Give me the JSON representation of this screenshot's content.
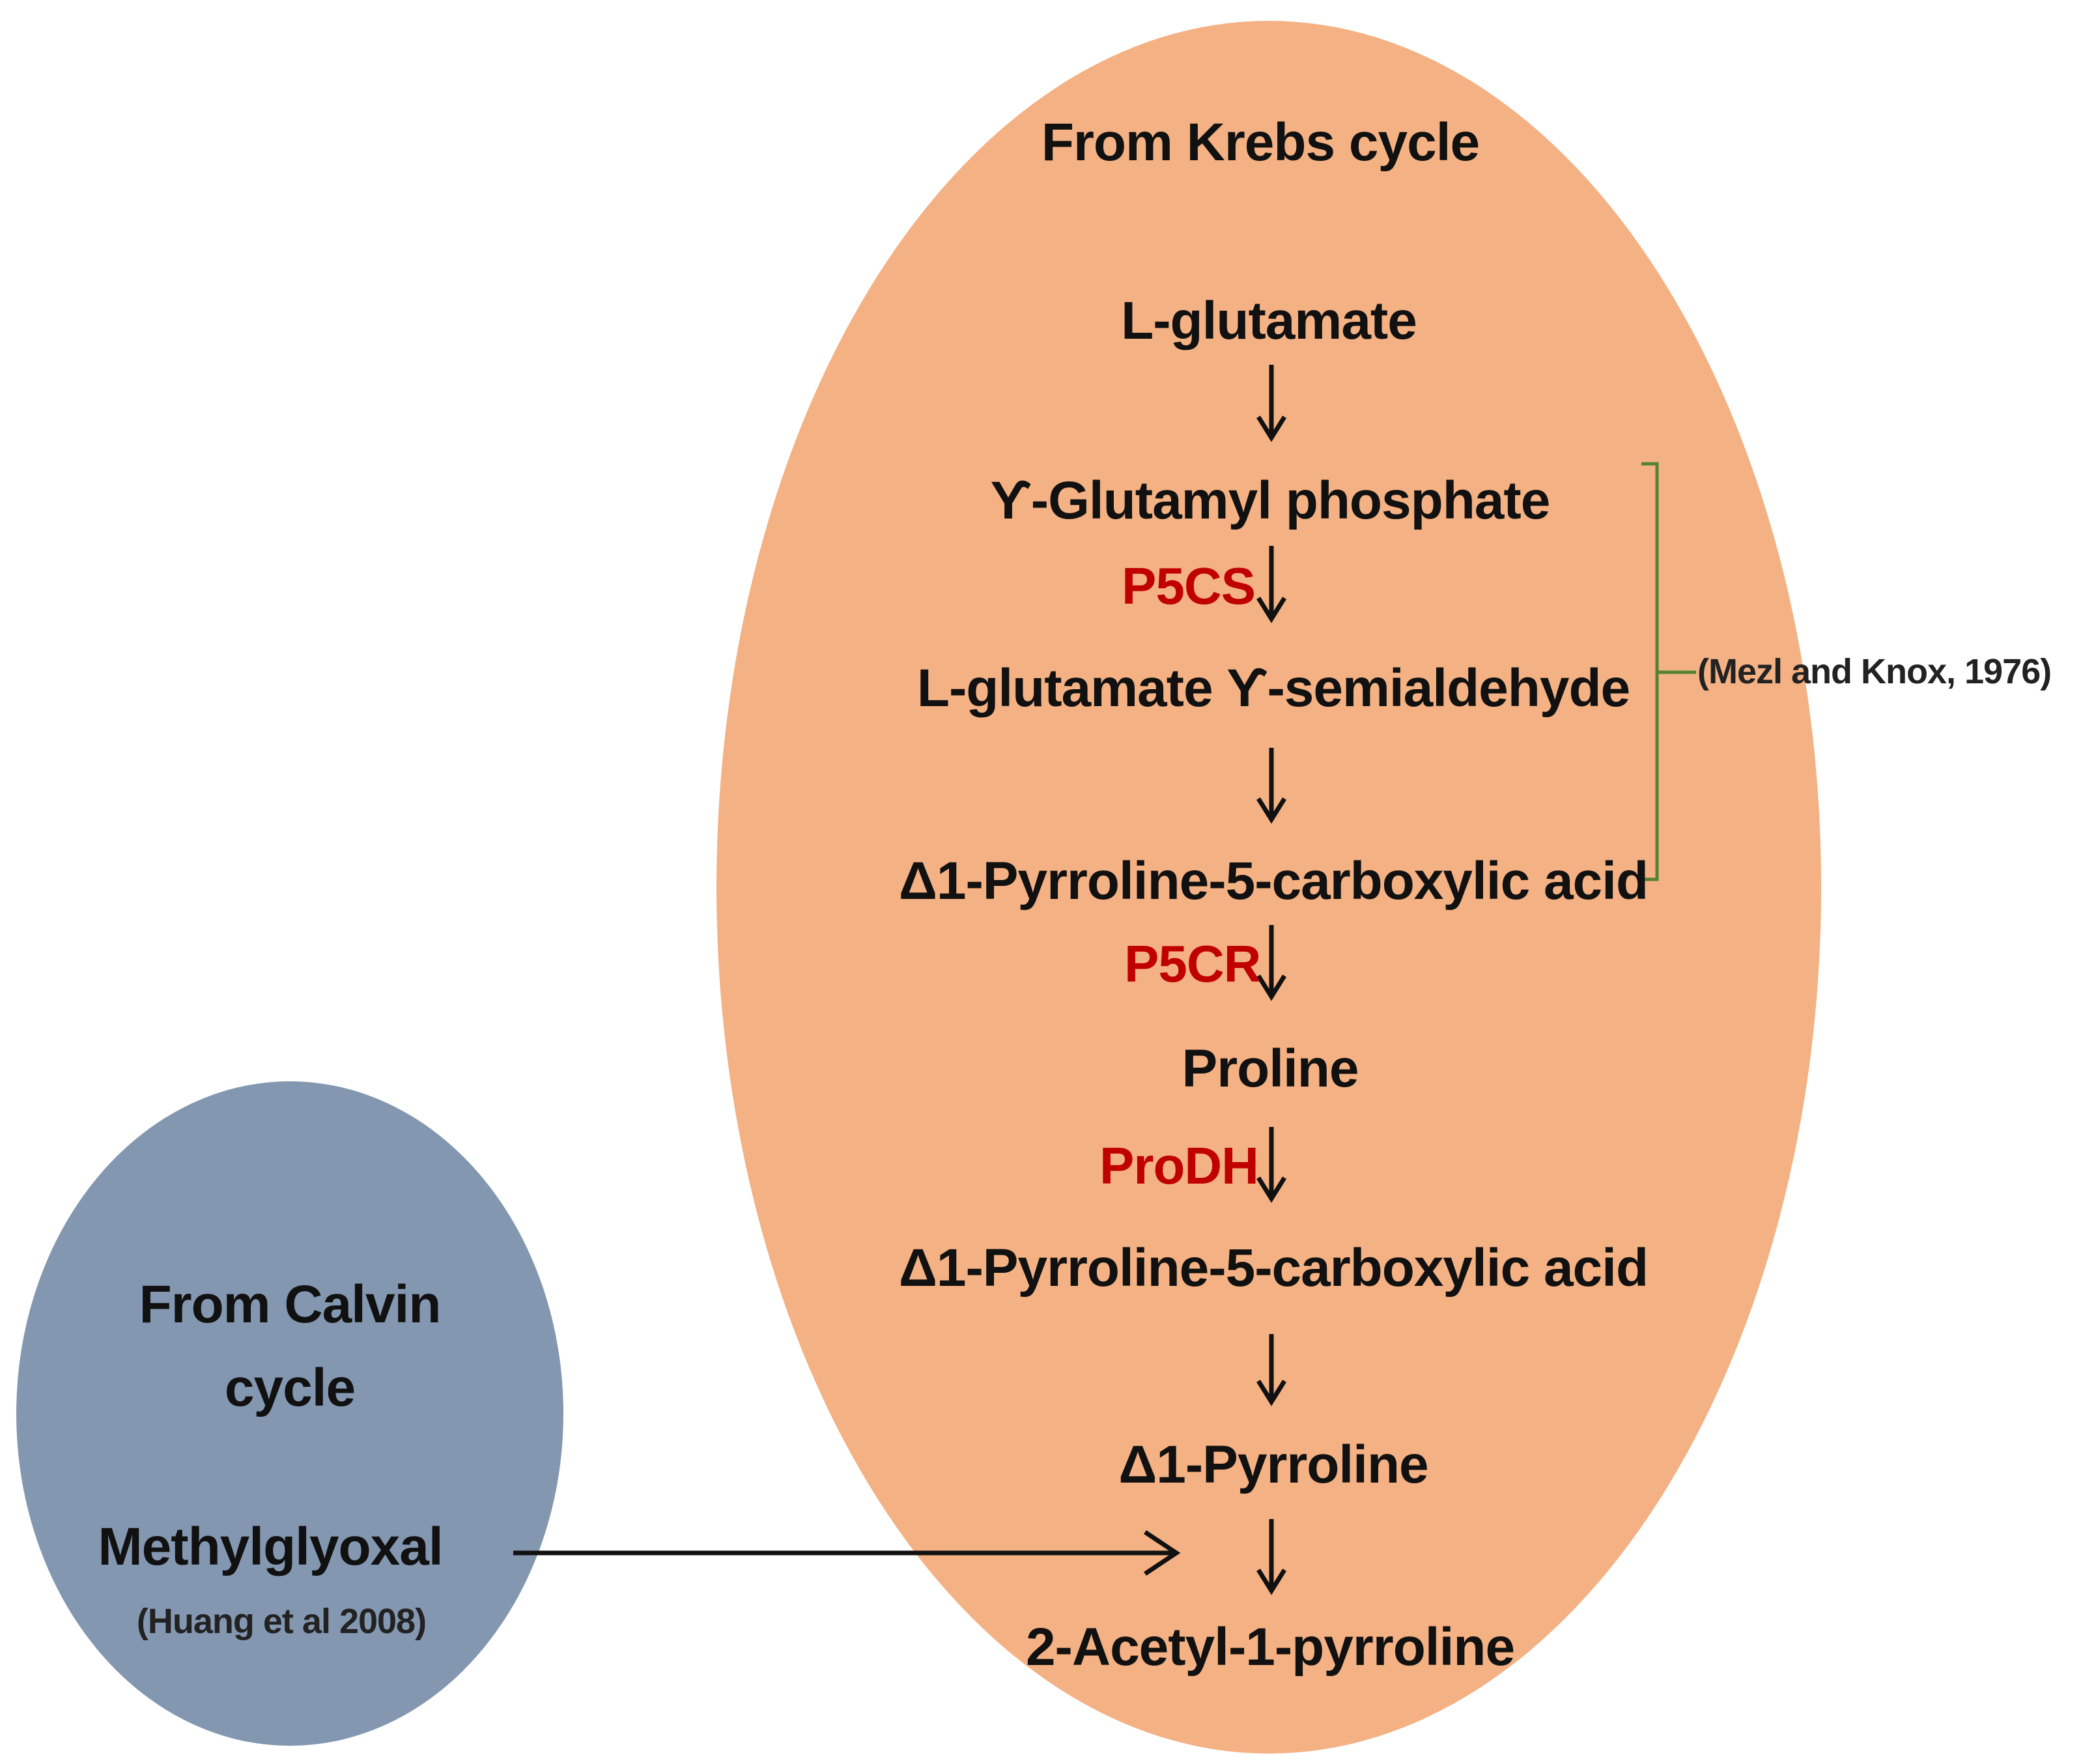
{
  "krebs": {
    "title": "From Krebs cycle",
    "steps": [
      "L-glutamate",
      "ϒ-Glutamyl phosphate",
      "L-glutamate ϒ-semialdehyde",
      "Δ1-Pyrroline-5-carboxylic acid",
      "Proline",
      "Δ1-Pyrroline-5-carboxylic acid",
      "Δ1-Pyrroline",
      "2-Acetyl-1-pyrroline"
    ],
    "enzymes": [
      "P5CS",
      "P5CR",
      "ProDH"
    ],
    "citation": "(Mezl and Knox, 1976)"
  },
  "calvin": {
    "title_line1": "From Calvin",
    "title_line2": "cycle",
    "compound": "Methylglyoxal",
    "citation": "(Huang et al 2008)"
  },
  "colors": {
    "krebs_fill": "#f4b183",
    "calvin_fill": "#8497b0",
    "enzyme_text": "#c00000",
    "bracket": "#548235",
    "arrow": "#111111"
  }
}
